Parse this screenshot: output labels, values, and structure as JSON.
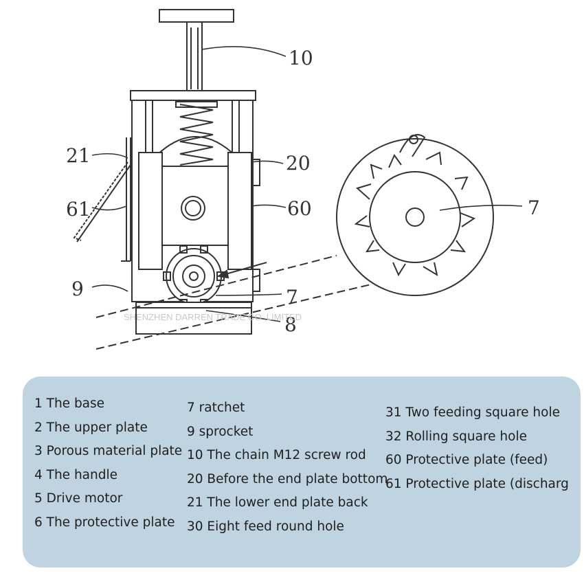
{
  "callouts": {
    "c10": "10",
    "c21": "21",
    "c20": "20",
    "c61": "61",
    "c60": "60",
    "c9": "9",
    "c7a": "7",
    "c8": "8",
    "c7b": "7"
  },
  "watermark": "SHENZHEN DARREN TRADE CO.,LIMITED",
  "legend": {
    "col1": [
      "1 The base",
      "2 The upper plate",
      "3 Porous material plate",
      "4 The handle",
      "5 Drive motor",
      "6 The protective plate"
    ],
    "col2": [
      "7 ratchet",
      "9 sprocket",
      "10 The chain M12 screw rod",
      "20 Before the end plate bottom",
      "21 The lower end plate back",
      "30 Eight feed round hole"
    ],
    "col3": [
      "31 Two feeding square hole",
      "32 Rolling square hole",
      "60 Protective plate (feed)",
      "61 Protective plate (discharg"
    ]
  },
  "colors": {
    "line": "#333333",
    "legend_bg": "#bfd3e0"
  }
}
